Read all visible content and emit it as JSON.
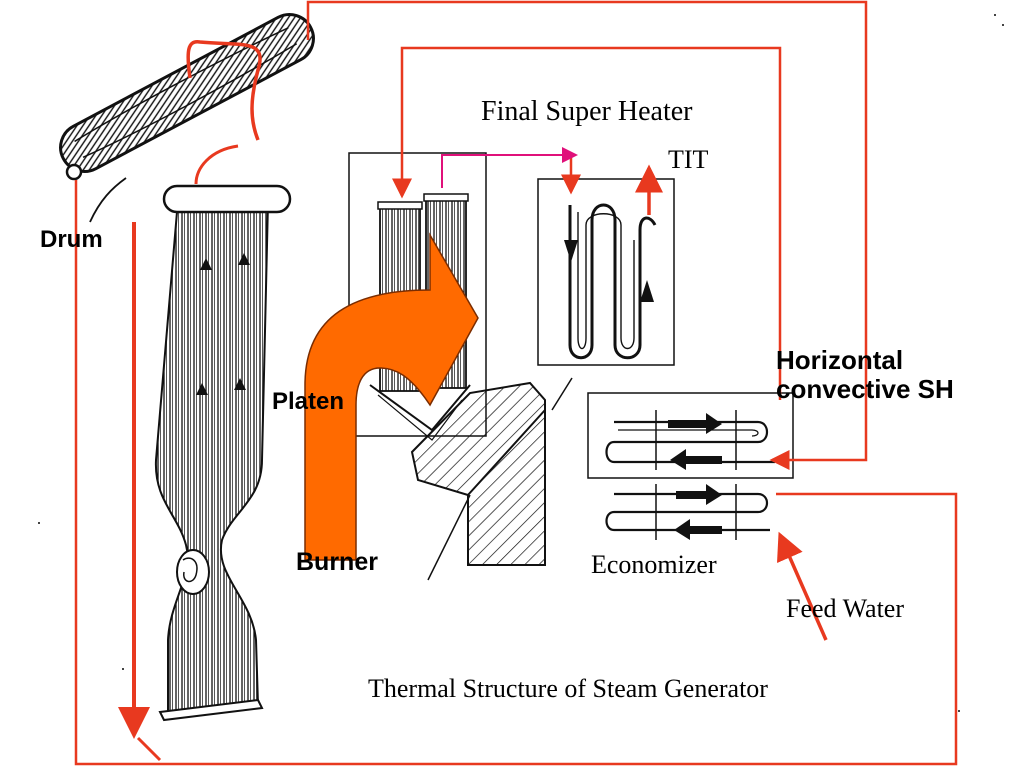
{
  "title": "Thermal Structure of Steam Generator",
  "labels": {
    "drum": "Drum",
    "platen": "Platen",
    "burner": "Burner",
    "final_super_heater": "Final Super Heater",
    "tit": "TIT",
    "horizontal_convective_sh": "Horizontal\nconvective SH",
    "economizer": "Economizer",
    "feed_water": "Feed Water"
  },
  "colors": {
    "flow_line": "#e8391f",
    "flame_arrow": "#ff6a00",
    "steam_link": "#e0107a",
    "drawing": "#111111"
  }
}
